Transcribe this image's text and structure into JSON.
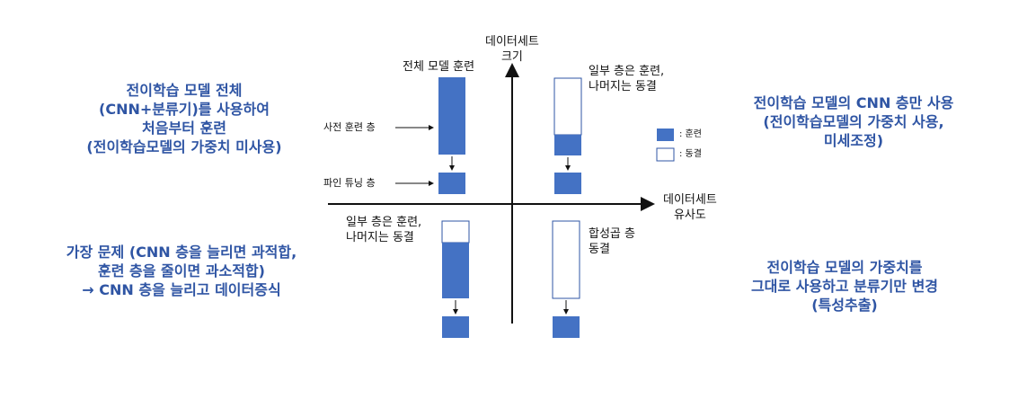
{
  "axes": {
    "y_label": [
      "데이터세트",
      "크기"
    ],
    "x_label": [
      "데이터세트",
      "유사도"
    ]
  },
  "quadrants": {
    "top_left": {
      "description": [
        "전이학습 모델 전체",
        "(CNN+분류기)를 사용하여",
        "처음부터 훈련",
        "(전이학습모델의 가중치 미사용)"
      ],
      "caption": "전체 모델 훈련",
      "pretrained_label": "사전 훈련 층",
      "finetune_label": "파인 튜닝 층"
    },
    "top_right": {
      "description": [
        "전이학습 모델의 CNN 층만 사용",
        "(전이학습모델의 가중치 사용,",
        "미세조정)"
      ],
      "caption": [
        "일부 층은 훈련,",
        "나머지는 동결"
      ]
    },
    "bottom_left": {
      "description": [
        "가장 문제 (CNN 층을 늘리면 과적합,",
        "훈련 층을 줄이면 과소적합)",
        "→ CNN 층을 늘리고 데이터증식"
      ],
      "caption": [
        "일부 층은 훈련,",
        "나머지는 동결"
      ]
    },
    "bottom_right": {
      "description": [
        "전이학습 모델의 가중치를",
        "그대로 사용하고 분류기만 변경",
        "(특성추출)"
      ],
      "caption": [
        "합성곱 층",
        "동결"
      ]
    }
  },
  "legend": {
    "train_label": ": 훈련",
    "freeze_label": ": 동결"
  },
  "colors": {
    "train": "#4472c4",
    "freeze": "#ffffff",
    "outline": "#2f55a4",
    "text_blue": "#2f55a4",
    "axis": "#111111"
  }
}
